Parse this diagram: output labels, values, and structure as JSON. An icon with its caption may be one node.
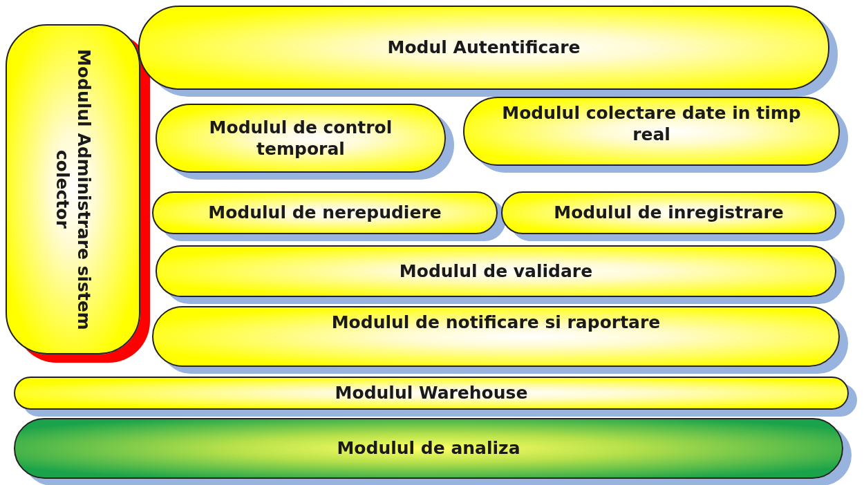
{
  "diagram": {
    "nodes": [
      {
        "text": [
          "Modulul Administrare sistem colector"
        ]
      },
      {
        "text": [
          "Modul Autentificare"
        ]
      },
      {
        "text": [
          "Modulul de control temporal"
        ]
      },
      {
        "text": [
          "Modulul colectare date in timp real"
        ]
      },
      {
        "text": [
          "Modulul de nerepudiere"
        ]
      },
      {
        "text": [
          "Modulul de inregistrare"
        ]
      },
      {
        "text": [
          "Modulul de validare"
        ]
      },
      {
        "text": [
          "Modulul de notificare si raportare"
        ]
      },
      {
        "text": [
          "Modulul Warehouse"
        ]
      },
      {
        "text": [
          "Modulul de analiza"
        ]
      }
    ]
  }
}
